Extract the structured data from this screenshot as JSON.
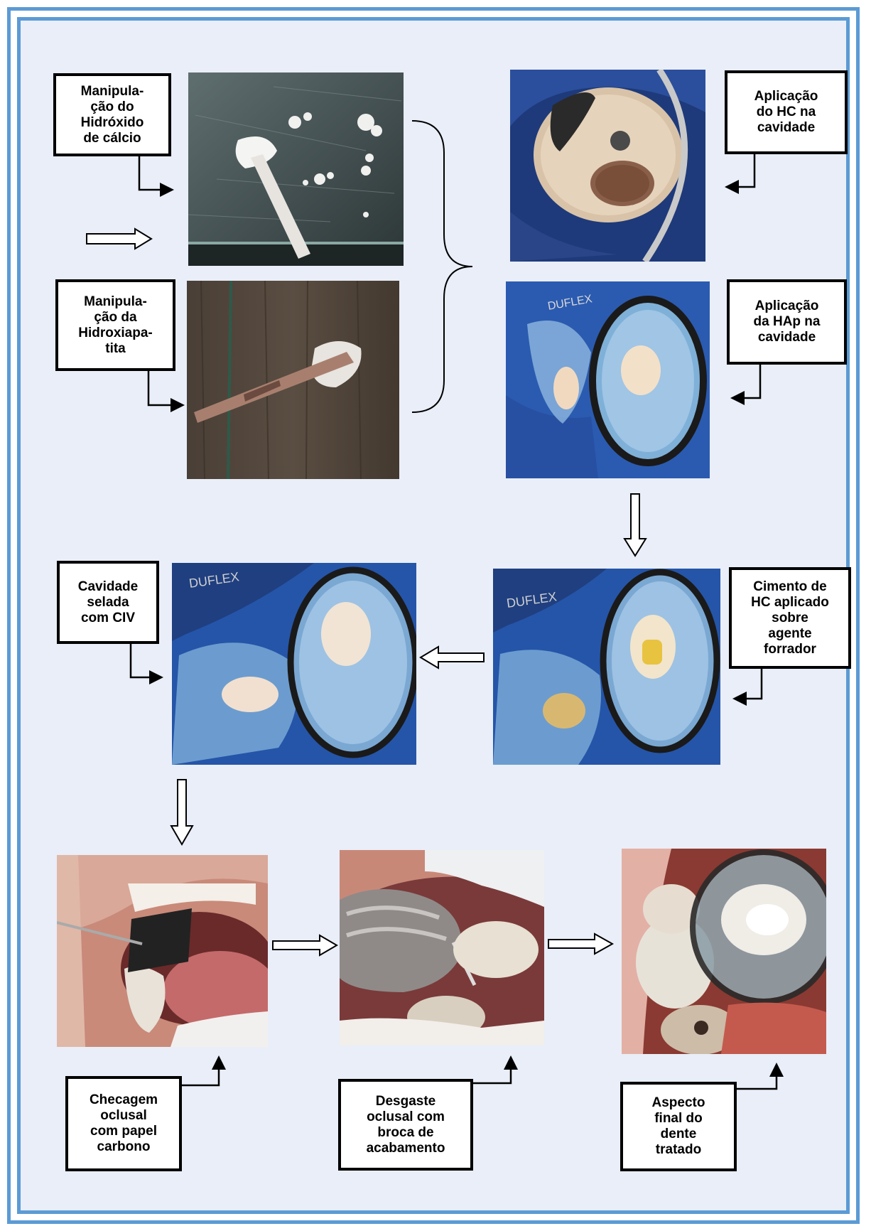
{
  "colors": {
    "frame": "#5b9bd5",
    "background": "#e9eef8",
    "label_border": "#000000"
  },
  "labels": {
    "manip_hc": "Manipula-\nção do\nHidróxido\nde cálcio",
    "manip_hap": "Manipula-\nção da\nHidroxiapa-\ntita",
    "aplic_hc": "Aplicação\ndo HC na\ncavidade",
    "aplic_hap": "Aplicação\nda HAp na\ncavidade",
    "cimento_hc": "Cimento de\nHC aplicado\nsobre\nagente\nforrador",
    "cavidade_selada": "Cavidade\nselada\ncom CIV",
    "checagem": "Checagem\noclusal\ncom papel\ncarbono",
    "desgaste": "Desgaste\noclusal com\nbroca de\nacabamento",
    "aspecto": "Aspecto\nfinal do\ndente\ntratado"
  },
  "photos": {
    "ring_text": "DUFLEX"
  }
}
